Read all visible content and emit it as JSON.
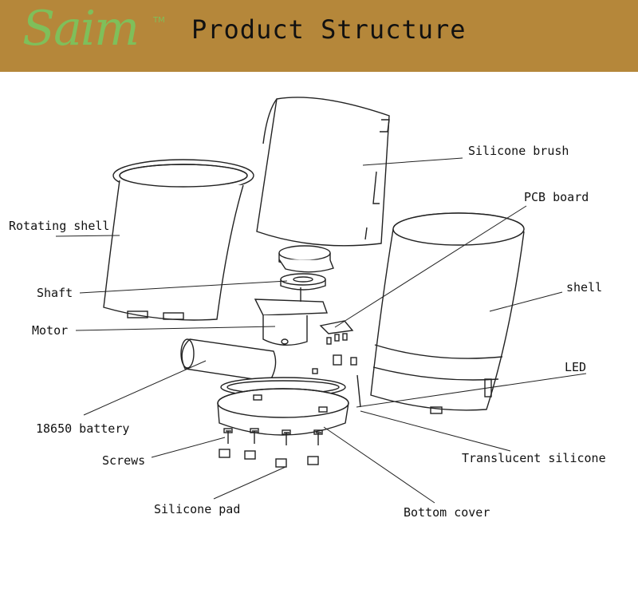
{
  "header": {
    "brand": "Saim",
    "trademark": "TM",
    "title": "Product Structure"
  },
  "labels": {
    "silicone_brush": "Silicone brush",
    "pcb_board": "PCB board",
    "rotating_shell": "Rotating shell",
    "shell": "shell",
    "shaft": "Shaft",
    "motor": "Motor",
    "led": "LED",
    "battery": "18650 battery",
    "screws": "Screws",
    "translucent_silicone": "Translucent silicone",
    "silicone_pad": "Silicone pad",
    "bottom_cover": "Bottom cover"
  }
}
